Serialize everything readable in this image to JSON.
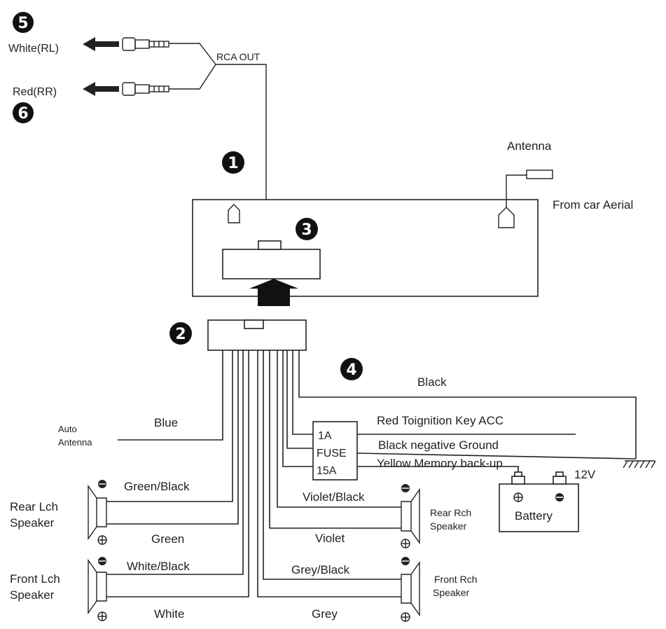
{
  "markers": [
    "5",
    "6",
    "1",
    "3",
    "2",
    "4"
  ],
  "rca": {
    "title": "RCA OUT",
    "left_label": "White(RL)",
    "right_label": "Red(RR)"
  },
  "antenna": {
    "title": "Antenna",
    "source": "From car Aerial"
  },
  "auto_antenna": {
    "line1": "Auto",
    "line2": "Antenna",
    "wire": "Blue"
  },
  "wires": {
    "black": "Black",
    "acc": "Red Toignition Key ACC",
    "ground": "Black negative Ground",
    "memory": "Yellow Memory back-up",
    "green_black": "Green/Black",
    "green": "Green",
    "white_black": "White/Black",
    "white": "White",
    "violet_black": "Violet/Black",
    "violet": "Violet",
    "grey_black": "Grey/Black",
    "grey": "Grey"
  },
  "fuse": {
    "top": "1A",
    "mid": "FUSE",
    "bottom": "15A"
  },
  "battery": {
    "label": "Battery",
    "voltage": "12V"
  },
  "speakers": {
    "rear_left": [
      "Rear Lch",
      "Speaker"
    ],
    "front_left": [
      "Front Lch",
      "Speaker"
    ],
    "rear_right": [
      "Rear Rch",
      "Speaker"
    ],
    "front_right": [
      "Front Rch",
      "Speaker"
    ]
  }
}
